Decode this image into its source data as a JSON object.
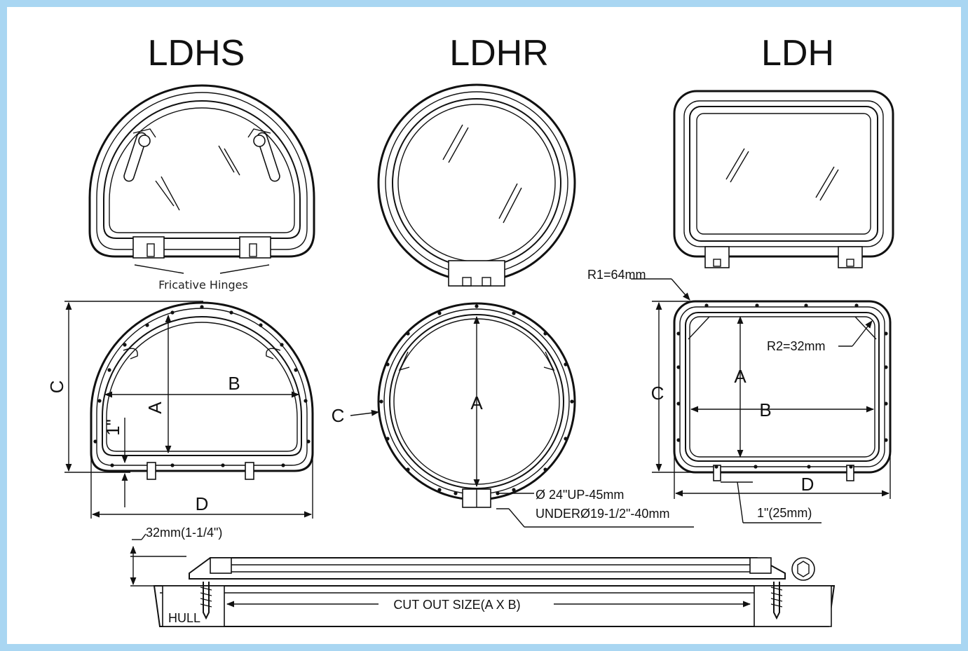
{
  "titles": {
    "ldhs": "LDHS",
    "ldhr": "LDHR",
    "ldh": "LDH"
  },
  "ldhs": {
    "hinge_caption": "Fricative Hinges",
    "dim_a": "A",
    "dim_b": "B",
    "dim_c": "C",
    "dim_d": "D",
    "dim_offset": "1\""
  },
  "ldhr": {
    "dim_a": "A",
    "dim_c": "C",
    "note_up": "Ø 24\"UP-45mm",
    "note_under": "UNDERØ19-1/2\"-40mm"
  },
  "ldh": {
    "r1": "R1=64mm",
    "r2": "R2=32mm",
    "dim_a": "A",
    "dim_b": "B",
    "dim_c": "C",
    "dim_d": "D",
    "hinge_offset": "1\"(25mm)"
  },
  "section": {
    "height_note": "32mm(1-1/4\")",
    "cut_out": "CUT OUT SIZE(A X B)",
    "hull": "HULL"
  },
  "colors": {
    "frame": "#a9d6f2",
    "line": "#111111"
  }
}
